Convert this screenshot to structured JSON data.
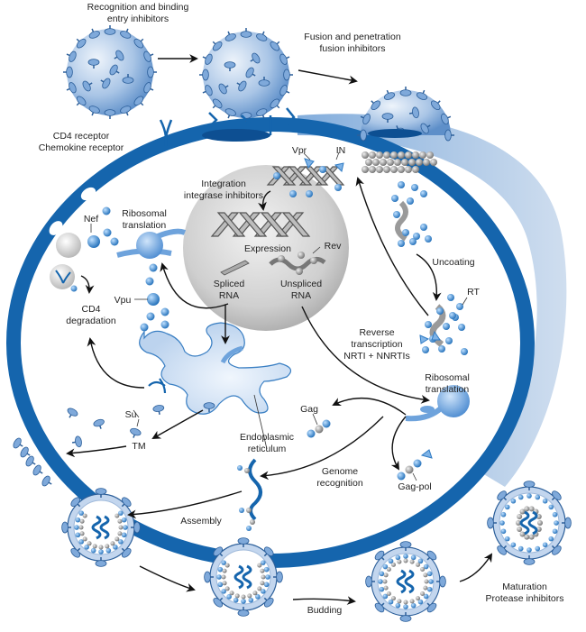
{
  "title": "HIV replication cycle and drug targets",
  "colors": {
    "membrane_dark": "#1565ad",
    "membrane_light": "#b9cfe6",
    "virion_fill": "#aac6e6",
    "protein_blue": "#2f7bc4",
    "capsid_gray": "#8c8c8c",
    "nucleus_gray": "#c8c8c8",
    "er_fill": "#cfe0f3",
    "er_stroke": "#3a7fc3"
  },
  "stages": {
    "recognition": {
      "line1": "Recognition and binding",
      "line2": "entry inhibitors"
    },
    "fusion": {
      "line1": "Fusion and penetration",
      "line2": "fusion inhibitors"
    },
    "receptors": {
      "line1": "CD4 receptor",
      "line2": "Chemokine receptor"
    },
    "integration": {
      "line1": "Integration",
      "line2": "integrase inhibitors"
    },
    "uncoating": "Uncoating",
    "reverse_transcription": {
      "line1": "Reverse",
      "line2": "transcription",
      "line3": "NRTI + NNRTIs"
    },
    "expression": "Expression",
    "spliced_rna": {
      "line1": "Spliced",
      "line2": "RNA"
    },
    "unspliced_rna": {
      "line1": "Unspliced",
      "line2": "RNA"
    },
    "ribosomal_translation_left": {
      "line1": "Ribosomal",
      "line2": "translation"
    },
    "ribosomal_translation_right": {
      "line1": "Ribosomal",
      "line2": "translation"
    },
    "cd4_degradation": {
      "line1": "CD4",
      "line2": "degradation"
    },
    "er": {
      "line1": "Endoplasmic",
      "line2": "reticulum"
    },
    "genome_recognition": {
      "line1": "Genome",
      "line2": "recognition"
    },
    "assembly": "Assembly",
    "budding": "Budding",
    "maturation": {
      "line1": "Maturation",
      "line2": "Protease inhibitors"
    }
  },
  "proteins": {
    "vpr": "Vpr",
    "in": "IN",
    "rev": "Rev",
    "rt": "RT",
    "nef": "Nef",
    "vpu": "Vpu",
    "su": "Su",
    "tm": "TM",
    "gag": "Gag",
    "gag_pol": "Gag-pol"
  }
}
